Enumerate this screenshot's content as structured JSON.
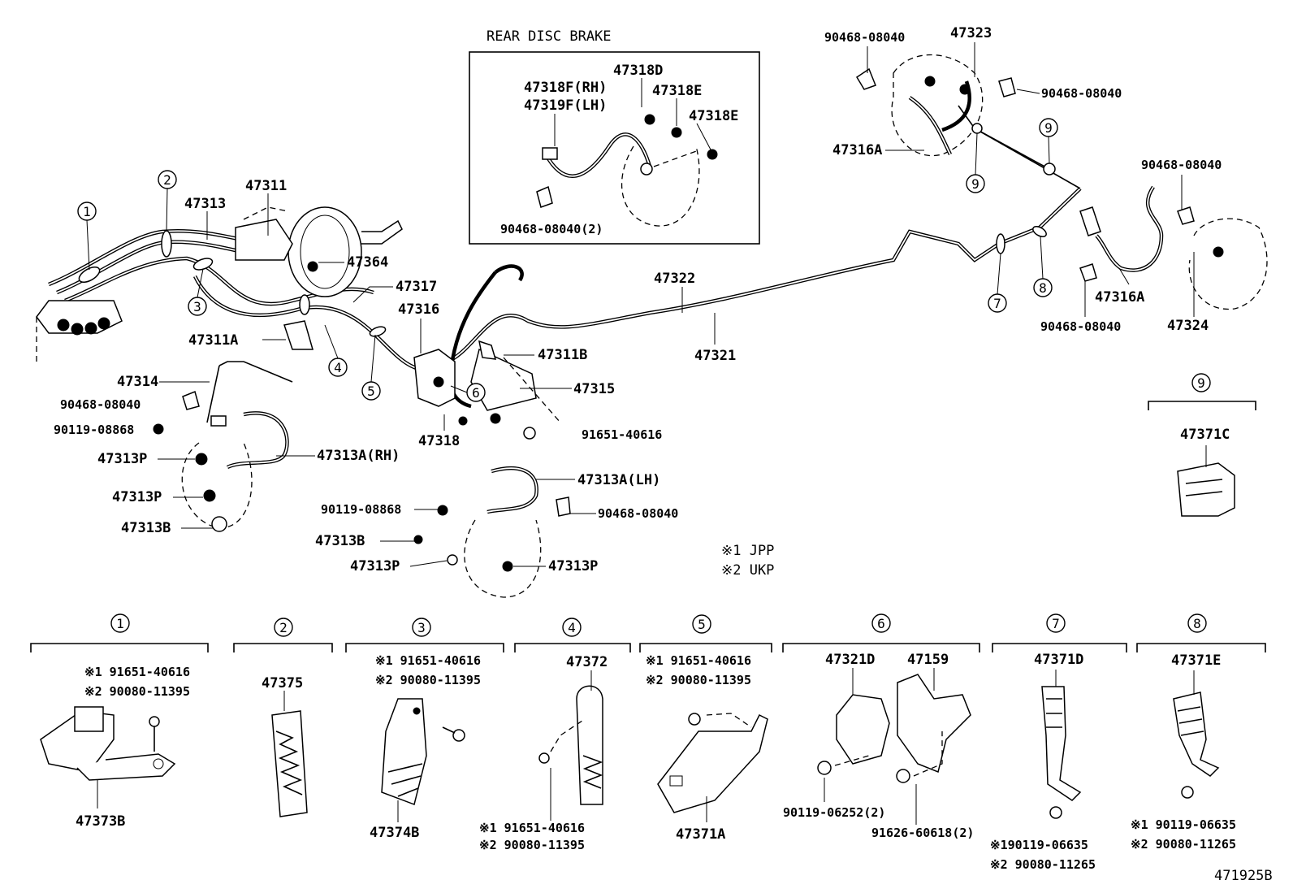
{
  "inset": {
    "title": "REAR DISC BRAKE"
  },
  "callouts": [
    "1",
    "2",
    "3",
    "4",
    "5",
    "6",
    "7",
    "8",
    "9"
  ],
  "parts": {
    "p47311": "47311",
    "p47313": "47313",
    "p47364": "47364",
    "p47317": "47317",
    "p47316": "47316",
    "p47311A": "47311A",
    "p47311B": "47311B",
    "p47314": "47314",
    "p47315": "47315",
    "p47318": "47318",
    "p47322": "47322",
    "p47321": "47321",
    "p47323": "47323",
    "p47316A_top": "47316A",
    "p47316A_right": "47316A",
    "p47324": "47324",
    "p47313A_RH": "47313A(RH)",
    "p47313A_LH": "47313A(LH)",
    "p47313P_1": "47313P",
    "p47313P_2": "47313P",
    "p47313B_1": "47313B",
    "p47313B_2": "47313B",
    "p47313P_3": "47313P",
    "p47313P_4": "47313P",
    "p47318D": "47318D",
    "p47318F": "47318F(RH)",
    "p47319F": "47319F(LH)",
    "p47318E_1": "47318E",
    "p47318E_2": "47318E",
    "p90468_inset": "90468-08040(2)",
    "p90468_a": "90468-08040",
    "p90468_b": "90468-08040",
    "p90468_c": "90468-08040",
    "p90468_d": "90468-08040",
    "p90468_e": "90468-08040",
    "p90468_f": "90468-08040",
    "p90119_a": "90119-08868",
    "p90119_b": "90119-08868",
    "p91651_main": "91651-40616",
    "p47371C": "47371C"
  },
  "notes": {
    "jpp": "※1 JPP",
    "ukp": "※2 UKP"
  },
  "details": {
    "d1": {
      "num": "1",
      "part": "47373B",
      "n1": "※1 91651-40616",
      "n2": "※2 90080-11395"
    },
    "d2": {
      "num": "2",
      "part": "47375"
    },
    "d3": {
      "num": "3",
      "part": "47374B",
      "n1": "※1 91651-40616",
      "n2": "※2 90080-11395"
    },
    "d4": {
      "num": "4",
      "part": "47372",
      "n1": "※1 91651-40616",
      "n2": "※2 90080-11395"
    },
    "d5": {
      "num": "5",
      "part": "47371A",
      "n1": "※1 91651-40616",
      "n2": "※2 90080-11395"
    },
    "d6": {
      "num": "6",
      "part_a": "47321D",
      "part_b": "47159",
      "bolt_a": "90119-06252(2)",
      "bolt_b": "91626-60618(2)"
    },
    "d7": {
      "num": "7",
      "part": "47371D",
      "n1": "※190119-06635",
      "n2": "※2 90080-11265"
    },
    "d8": {
      "num": "8",
      "part": "47371E",
      "n1": "※1 90119-06635",
      "n2": "※2 90080-11265"
    },
    "d9": {
      "num": "9",
      "part": "47371C"
    }
  },
  "figure_id": "471925B"
}
